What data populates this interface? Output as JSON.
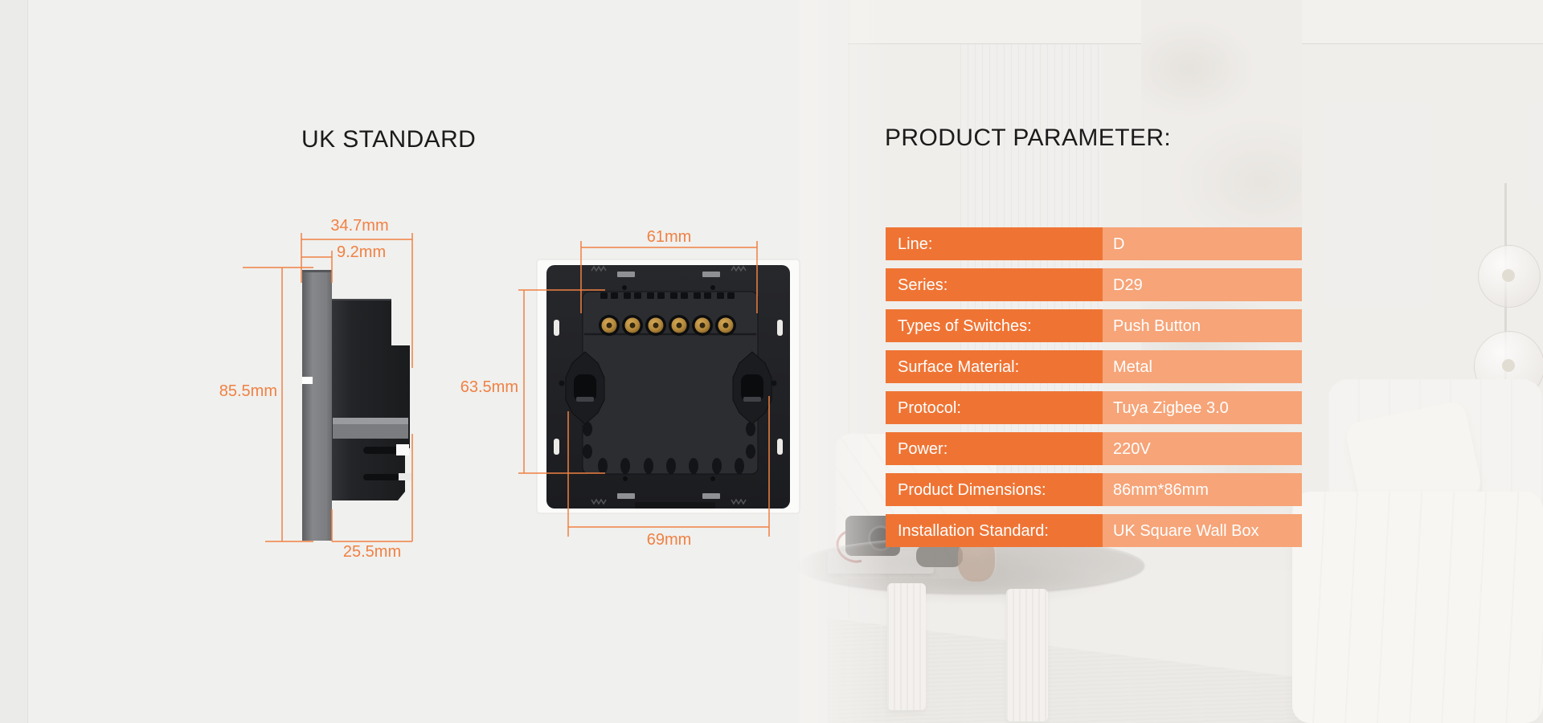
{
  "page": {
    "left_title": "UK STANDARD",
    "right_title": "PRODUCT PARAMETER:"
  },
  "side_view": {
    "total_depth_label": "34.7mm",
    "plate_thickness_label": "9.2mm",
    "height_label": "85.5mm",
    "module_depth_label": "25.5mm"
  },
  "back_view": {
    "top_width_label": "61mm",
    "module_height_label": "63.5mm",
    "bottom_width_label": "69mm"
  },
  "parameters": {
    "rows": [
      {
        "label": "Line:",
        "value": "D"
      },
      {
        "label": "Series:",
        "value": "D29"
      },
      {
        "label": "Types of Switches:",
        "value": "Push Button"
      },
      {
        "label": "Surface Material:",
        "value": "Metal"
      },
      {
        "label": "Protocol:",
        "value": "Tuya Zigbee 3.0"
      },
      {
        "label": "Power:",
        "value": "220V"
      },
      {
        "label": "Product Dimensions:",
        "value": "86mm*86mm"
      },
      {
        "label": "Installation Standard:",
        "value": "UK Square Wall Box"
      }
    ]
  },
  "colors": {
    "table_label_bg": "#ef7434",
    "table_value_bg": "#f6a478",
    "dimension_accent": "#f08143",
    "title_text": "#1b1b1b",
    "background": "#f0f0ee"
  }
}
